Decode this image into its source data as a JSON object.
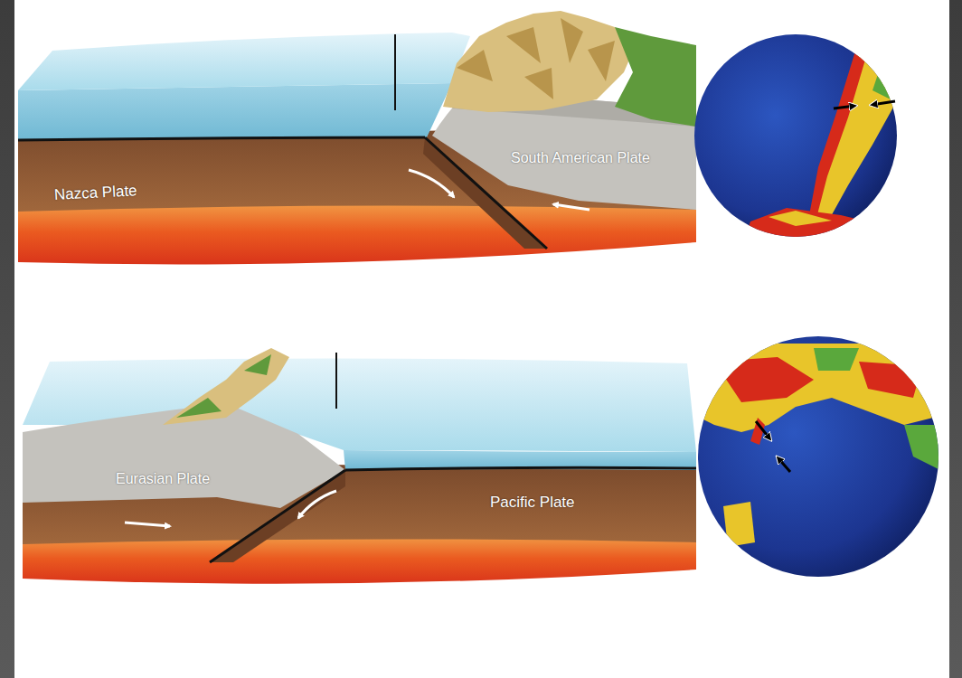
{
  "diagram": {
    "labels": [
      "Nazca Plate",
      "South American Plate",
      "Eurasian Plate",
      "Pacific Plate"
    ]
  }
}
